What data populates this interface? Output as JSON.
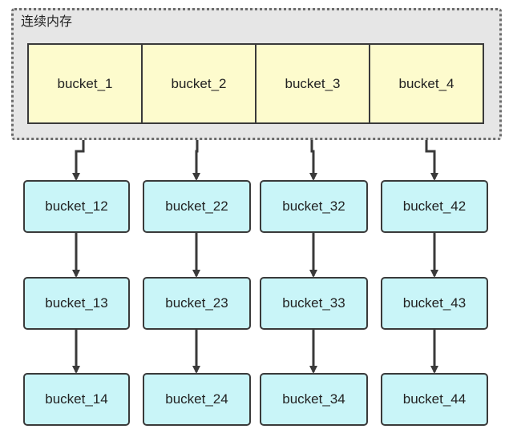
{
  "region_label": "连续内存",
  "array": [
    "bucket_1",
    "bucket_2",
    "bucket_3",
    "bucket_4"
  ],
  "columns": [
    [
      "bucket_12",
      "bucket_13",
      "bucket_14"
    ],
    [
      "bucket_22",
      "bucket_23",
      "bucket_24"
    ],
    [
      "bucket_32",
      "bucket_33",
      "bucket_34"
    ],
    [
      "bucket_42",
      "bucket_43",
      "bucket_44"
    ]
  ],
  "colors": {
    "region_fill": "#e6e6e6",
    "array_fill": "#fdfbcd",
    "node_fill": "#c9f5f8",
    "stroke": "#3a3a3a"
  }
}
